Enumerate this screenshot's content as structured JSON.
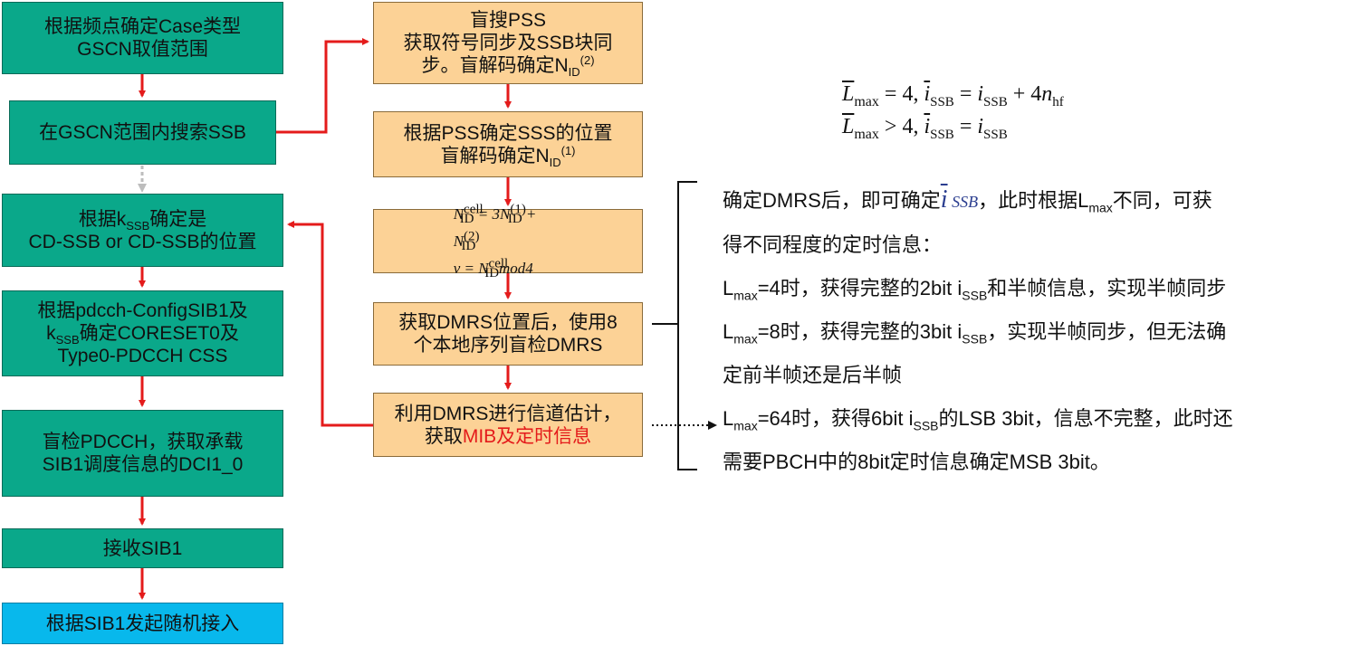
{
  "left_flow": {
    "box1": [
      "根据频点确定Case类型",
      "GSCN取值范围"
    ],
    "box2": "在GSCN范围内搜索SSB",
    "box3": {
      "l1_pre": "根据k",
      "l1_sub": "SSB",
      "l1_post": "确定是",
      "l2": "CD-SSB or CD-SSB的位置"
    },
    "box4": {
      "l1": "根据pdcch-ConfigSIB1及",
      "l2_pre": "k",
      "l2_sub": "SSB",
      "l2_post": "确定CORESET0及",
      "l3": "Type0-PDCCH CSS"
    },
    "box5": [
      "盲检PDCCH，获取承载",
      "SIB1调度信息的DCI1_0"
    ],
    "box6": "接收SIB1",
    "box7": "根据SIB1发起随机接入"
  },
  "mid_flow": {
    "box1": {
      "l1": "盲搜PSS",
      "l2": "获取符号同步及SSB块同",
      "l3_pre": "步。盲解码确定N",
      "l3_sub": "ID",
      "l3_sup": "(2)"
    },
    "box2": {
      "l1": "根据PSS确定SSS的位置",
      "l2_pre": "盲解码确定N",
      "l2_sub": "ID",
      "l2_sup": "(1)"
    },
    "box3": {
      "eq1_n": "N",
      "eq1_sup": "cell",
      "eq1_sub": "ID",
      "eq1_mid": " = 3N",
      "eq1_s1sup": "(1)",
      "eq1_s1sub": "ID",
      "eq1_plus": " + N",
      "eq1_s2sup": "(2)",
      "eq1_s2sub": "ID",
      "eq2_v": "v = N",
      "eq2_sup": "cell",
      "eq2_sub": "ID",
      "eq2_post": "mod4"
    },
    "box4": [
      "获取DMRS位置后，使用8",
      "个本地序列盲检DMRS"
    ],
    "box5": {
      "l1": "利用DMRS进行信道估计，",
      "l2_pre": "获取",
      "l2_red": "MIB及定时信息"
    }
  },
  "formula": {
    "row1": {
      "L": "L",
      "sub": "max",
      "rel": " = 4,  ",
      "i": "i",
      "isub": "SSB",
      "eq": " = ",
      "i2": "i",
      "i2sub": "SSB",
      "tail": " + 4",
      "n": "n",
      "nsub": "hf"
    },
    "row2": {
      "L": "L",
      "sub": "max",
      "rel": " > 4,  ",
      "i": "i",
      "isub": "SSB",
      "eq": " = ",
      "i2": "i",
      "i2sub": "SSB"
    }
  },
  "description": {
    "p1_a": "确定DMRS后，即可确定",
    "p1_i": "i",
    "p1_ssb": " SSB",
    "p1_b": "，此时根据L",
    "p1_bsub": "max",
    "p1_c": "不同，可获",
    "p2": "得不同程度的定时信息：",
    "p3_L": "L",
    "p3_sub": "max",
    "p3_a": "=4时，获得完整的2bit i",
    "p3_isub": "SSB",
    "p3_b": "和半帧信息，实现半帧同步",
    "p4_L": "L",
    "p4_sub": "max",
    "p4_a": "=8时，获得完整的3bit i",
    "p4_isub": "SSB",
    "p4_b": "，实现半帧同步，但无法确",
    "p5": "定前半帧还是后半帧",
    "p6_L": "L",
    "p6_sub": "max",
    "p6_a": "=64时，获得6bit i",
    "p6_isub": "SSB",
    "p6_b": "的LSB 3bit，信息不完整，此时还",
    "p7": "需要PBCH中的8bit定时信息确定MSB 3bit。"
  },
  "colors": {
    "teal": "#0aa88a",
    "blue": "#08b8ec",
    "peach": "#fcd296",
    "arrow_red": "#e41b1b",
    "highlight_red": "#e41b1b"
  }
}
